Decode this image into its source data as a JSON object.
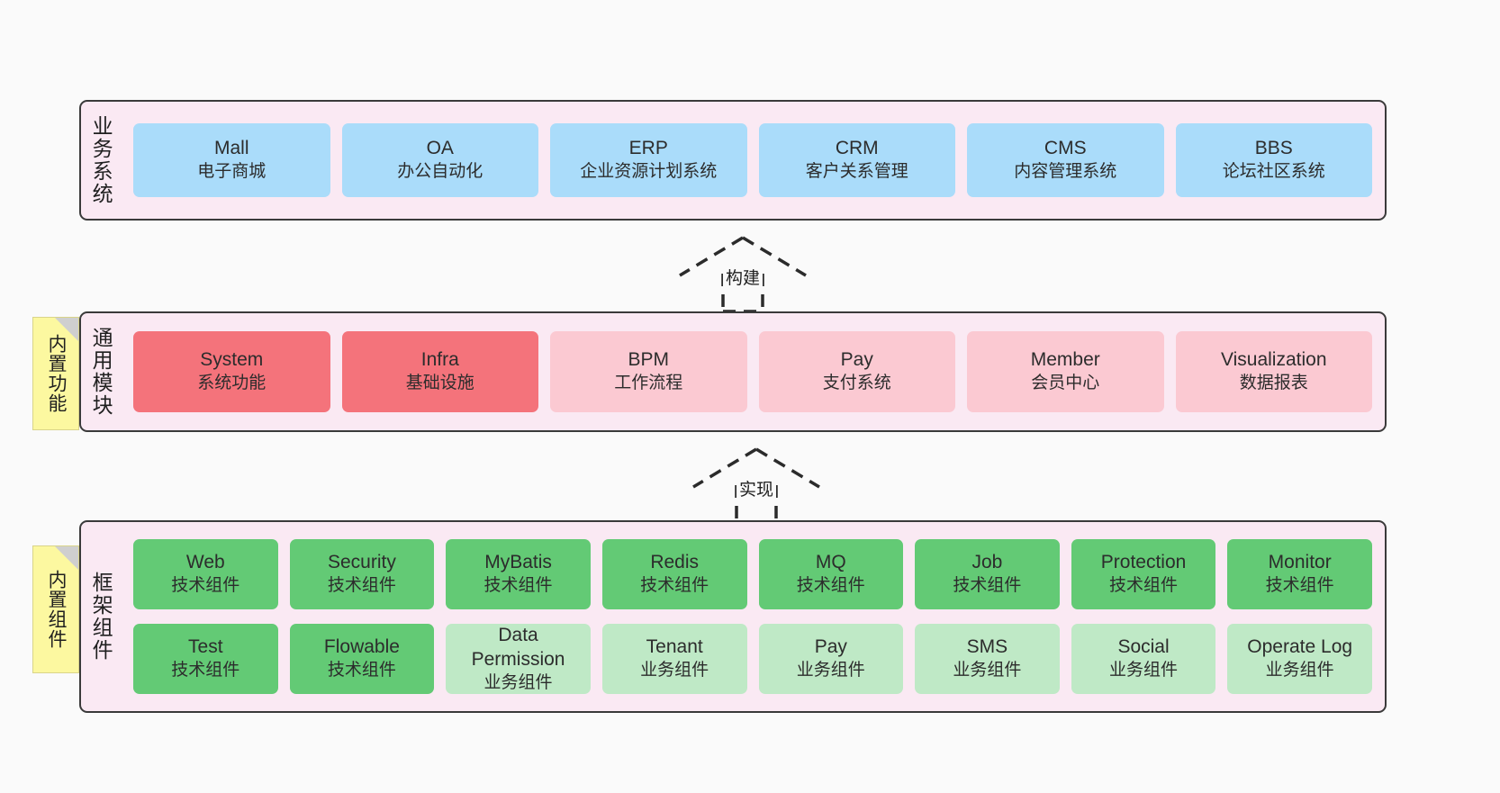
{
  "diagram": {
    "title": "System architecture layers",
    "background": "#fafafa",
    "layer_bg": "#fae9f3",
    "layer_border": "#3a3a3a"
  },
  "notes": [
    {
      "name": "builtin-function-note",
      "text": "内置功能",
      "color": "#fcf8a0"
    },
    {
      "name": "builtin-component-note",
      "text": "内置组件",
      "color": "#fcf8a0"
    }
  ],
  "connectors": [
    {
      "name": "build-connector",
      "label": "构建",
      "style": "dashed-generalization"
    },
    {
      "name": "implement-connector",
      "label": "实现",
      "style": "dashed-generalization"
    }
  ],
  "layers": [
    {
      "id": "business-systems",
      "label": "业务系统",
      "color": "#aadcfa",
      "rows": [
        {
          "cards": [
            {
              "en": "Mall",
              "cn": "电子商城",
              "color": "#aadcfa"
            },
            {
              "en": "OA",
              "cn": "办公自动化",
              "color": "#aadcfa"
            },
            {
              "en": "ERP",
              "cn": "企业资源计划系统",
              "color": "#aadcfa"
            },
            {
              "en": "CRM",
              "cn": "客户关系管理",
              "color": "#aadcfa"
            },
            {
              "en": "CMS",
              "cn": "内容管理系统",
              "color": "#aadcfa"
            },
            {
              "en": "BBS",
              "cn": "论坛社区系统",
              "color": "#aadcfa"
            }
          ]
        }
      ]
    },
    {
      "id": "common-modules",
      "label": "通用模块",
      "color": "#f4737b",
      "rows": [
        {
          "cards": [
            {
              "en": "System",
              "cn": "系统功能",
              "color": "#f4737b"
            },
            {
              "en": "Infra",
              "cn": "基础设施",
              "color": "#f4737b"
            },
            {
              "en": "BPM",
              "cn": "工作流程",
              "color": "#fbc9d2"
            },
            {
              "en": "Pay",
              "cn": "支付系统",
              "color": "#fbc9d2"
            },
            {
              "en": "Member",
              "cn": "会员中心",
              "color": "#fbc9d2"
            },
            {
              "en": "Visualization",
              "cn": "数据报表",
              "color": "#fbc9d2"
            }
          ]
        }
      ]
    },
    {
      "id": "framework-components",
      "label": "框架组件",
      "color": "#63ca75",
      "rows": [
        {
          "cards": [
            {
              "en": "Web",
              "cn": "技术组件",
              "color": "#63ca75"
            },
            {
              "en": "Security",
              "cn": "技术组件",
              "color": "#63ca75"
            },
            {
              "en": "MyBatis",
              "cn": "技术组件",
              "color": "#63ca75"
            },
            {
              "en": "Redis",
              "cn": "技术组件",
              "color": "#63ca75"
            },
            {
              "en": "MQ",
              "cn": "技术组件",
              "color": "#63ca75"
            },
            {
              "en": "Job",
              "cn": "技术组件",
              "color": "#63ca75"
            },
            {
              "en": "Protection",
              "cn": "技术组件",
              "color": "#63ca75"
            },
            {
              "en": "Monitor",
              "cn": "技术组件",
              "color": "#63ca75"
            }
          ]
        },
        {
          "cards": [
            {
              "en": "Test",
              "cn": "技术组件",
              "color": "#63ca75"
            },
            {
              "en": "Flowable",
              "cn": "技术组件",
              "color": "#63ca75"
            },
            {
              "en": "Data Permission",
              "cn": "业务组件",
              "color": "#bfe9c6"
            },
            {
              "en": "Tenant",
              "cn": "业务组件",
              "color": "#bfe9c6"
            },
            {
              "en": "Pay",
              "cn": "业务组件",
              "color": "#bfe9c6"
            },
            {
              "en": "SMS",
              "cn": "业务组件",
              "color": "#bfe9c6"
            },
            {
              "en": "Social",
              "cn": "业务组件",
              "color": "#bfe9c6"
            },
            {
              "en": "Operate Log",
              "cn": "业务组件",
              "color": "#bfe9c6"
            }
          ]
        }
      ]
    }
  ]
}
